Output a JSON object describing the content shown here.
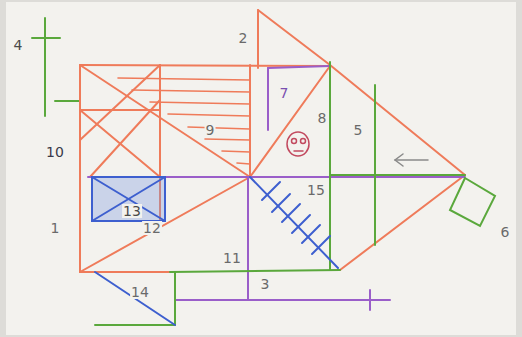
{
  "diagram": {
    "labels": [
      "4",
      "2",
      "7",
      "8",
      "5",
      "10",
      "9",
      "6",
      "13",
      "12",
      "1",
      "15",
      "11",
      "3",
      "14"
    ]
  }
}
